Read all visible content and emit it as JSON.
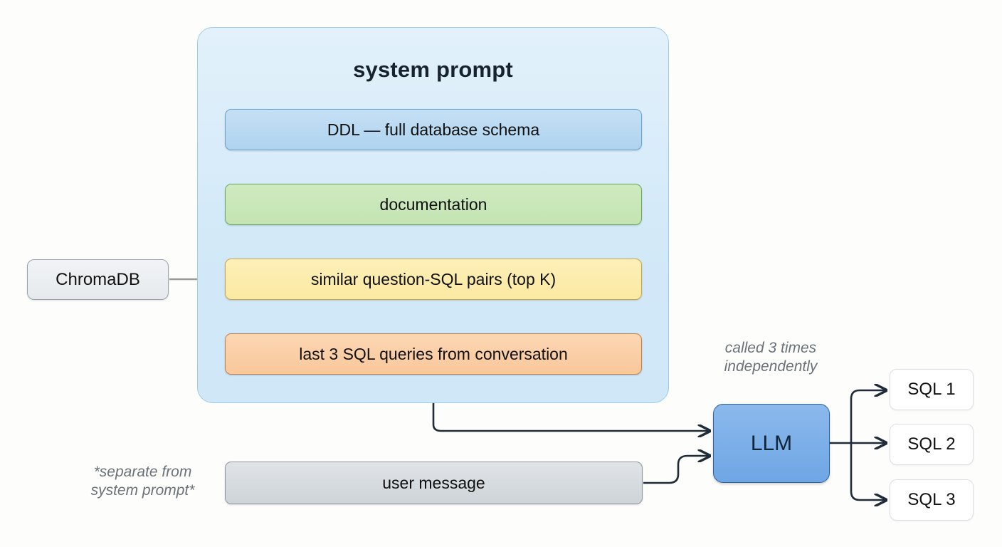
{
  "diagram": {
    "title": "system prompt",
    "background_color": "#fdfdfc"
  },
  "system_prompt": {
    "title": "system prompt",
    "container_color": "#d7ebf9",
    "container_border": "#9ecbe8",
    "items": [
      {
        "label": "DDL — full database schema",
        "color": "#b6d7f0",
        "border": "#6ba4cf"
      },
      {
        "label": "documentation",
        "color": "#c8e6b8",
        "border": "#6ea95e"
      },
      {
        "label": "similar question-SQL pairs (top K)",
        "color": "#fcecab",
        "border": "#c5a84c"
      },
      {
        "label": "last 3 SQL queries from conversation",
        "color": "#facfa6",
        "border": "#c2824d"
      }
    ]
  },
  "sources": {
    "vector_store": {
      "label": "ChromaDB",
      "color": "#e9edf0",
      "border": "#9aa3ab"
    },
    "user_message": {
      "label": "user message",
      "color": "#d4dadf",
      "border": "#8f979e"
    }
  },
  "model": {
    "label": "LLM",
    "color": "#77ade7",
    "border": "#2f5f9e"
  },
  "outputs": {
    "items": [
      {
        "label": "SQL 1"
      },
      {
        "label": "SQL 2"
      },
      {
        "label": "SQL 3"
      }
    ]
  },
  "annotations": {
    "called_3_times": "called 3 times\nindependently",
    "separate_from_system_prompt": "*separate from\nsystem prompt*",
    "color": "#6a7278"
  },
  "connectors": {
    "inner_arrow_color": "#9a9a9a",
    "main_arrow_color": "#1f2b38"
  }
}
